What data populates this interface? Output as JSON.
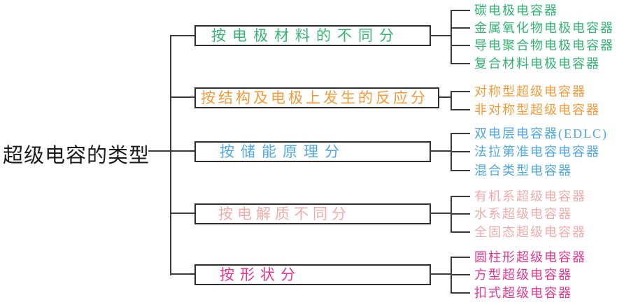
{
  "root": {
    "label": "超级电容的类型"
  },
  "groups": [
    {
      "label": "按电极材料的不同分",
      "color": "#33b573",
      "leaves": [
        "碳电极电容器",
        "金属氧化物电极电容器",
        "导电聚合物电极电容器",
        "复合材料电极电容器"
      ]
    },
    {
      "label": "按结构及电极上发生的反应分",
      "color": "#f79939",
      "leaves": [
        "对称型超级电容器",
        "非对称型超级电容器"
      ]
    },
    {
      "label": "按储能原理分",
      "color": "#4fa8e8",
      "leaves": [
        "双电层电容器(EDLC)",
        "法拉第准电容电容器",
        "混合类型电容器"
      ]
    },
    {
      "label": "按电解质不同分",
      "color": "#f2abab",
      "leaves": [
        "有机系超级电容器",
        "水系超级电容器",
        "全固态超级电容器"
      ]
    },
    {
      "label": "按形状分",
      "color": "#e8368f",
      "leaves": [
        "圆柱形超级电容器",
        "方型超级电容器",
        "扣式超级电容器"
      ]
    }
  ],
  "colors": {
    "line": "#3a3a3a",
    "background": "#ffffff",
    "root_text": "#1a1a1a"
  }
}
